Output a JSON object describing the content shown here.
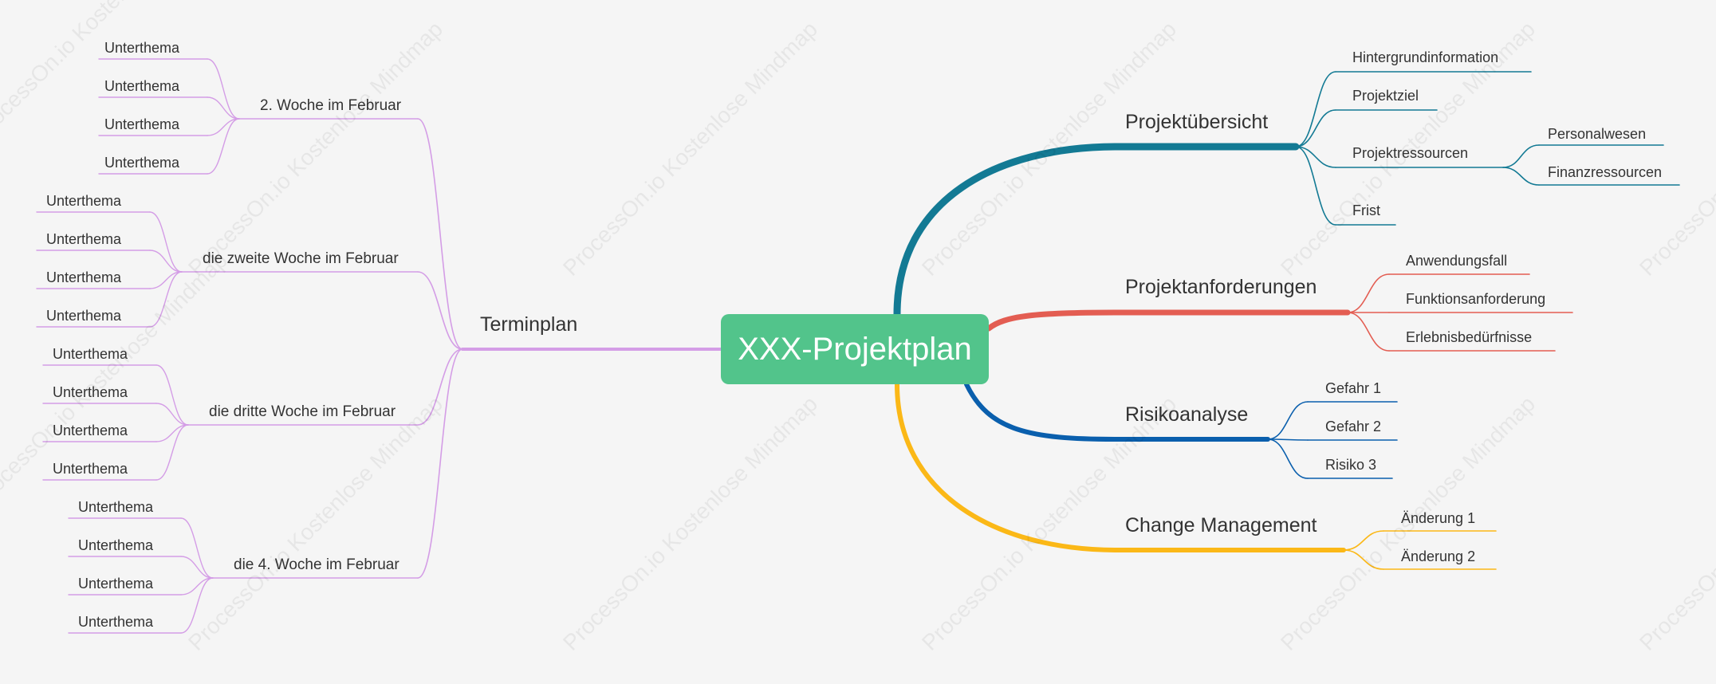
{
  "watermark": "ProcessOn.io Kostenlose Mindmap",
  "root": {
    "label": "XXX-Projektplan"
  },
  "colors": {
    "root": "#52c48b",
    "terminplan": "#d49de6",
    "projektuebersicht": "#137a94",
    "projektanforderungen": "#e35d52",
    "risikoanalyse": "#0a5fad",
    "change": "#fbb817"
  },
  "terminplan": {
    "label": "Terminplan",
    "weeks": [
      {
        "label": "2. Woche im Februar",
        "subtopics": [
          "Unterthema",
          "Unterthema",
          "Unterthema",
          "Unterthema"
        ]
      },
      {
        "label": "die zweite Woche im Februar",
        "subtopics": [
          "Unterthema",
          "Unterthema",
          "Unterthema",
          "Unterthema"
        ]
      },
      {
        "label": "die dritte Woche im Februar",
        "subtopics": [
          "Unterthema",
          "Unterthema",
          "Unterthema",
          "Unterthema"
        ]
      },
      {
        "label": "die 4. Woche im Februar",
        "subtopics": [
          "Unterthema",
          "Unterthema",
          "Unterthema",
          "Unterthema"
        ]
      }
    ]
  },
  "projektuebersicht": {
    "label": "Projektübersicht",
    "items": [
      "Hintergrundinformation",
      "Projektziel",
      "Projektressourcen",
      "Frist"
    ],
    "ressourcen": [
      "Personalwesen",
      "Finanzressourcen"
    ]
  },
  "projektanforderungen": {
    "label": "Projektanforderungen",
    "items": [
      "Anwendungsfall",
      "Funktionsanforderung",
      "Erlebnisbedürfnisse"
    ]
  },
  "risikoanalyse": {
    "label": "Risikoanalyse",
    "items": [
      "Gefahr 1",
      "Gefahr 2",
      "Risiko 3"
    ]
  },
  "change_management": {
    "label": "Change Management",
    "items": [
      "Änderung 1",
      "Änderung 2"
    ]
  }
}
